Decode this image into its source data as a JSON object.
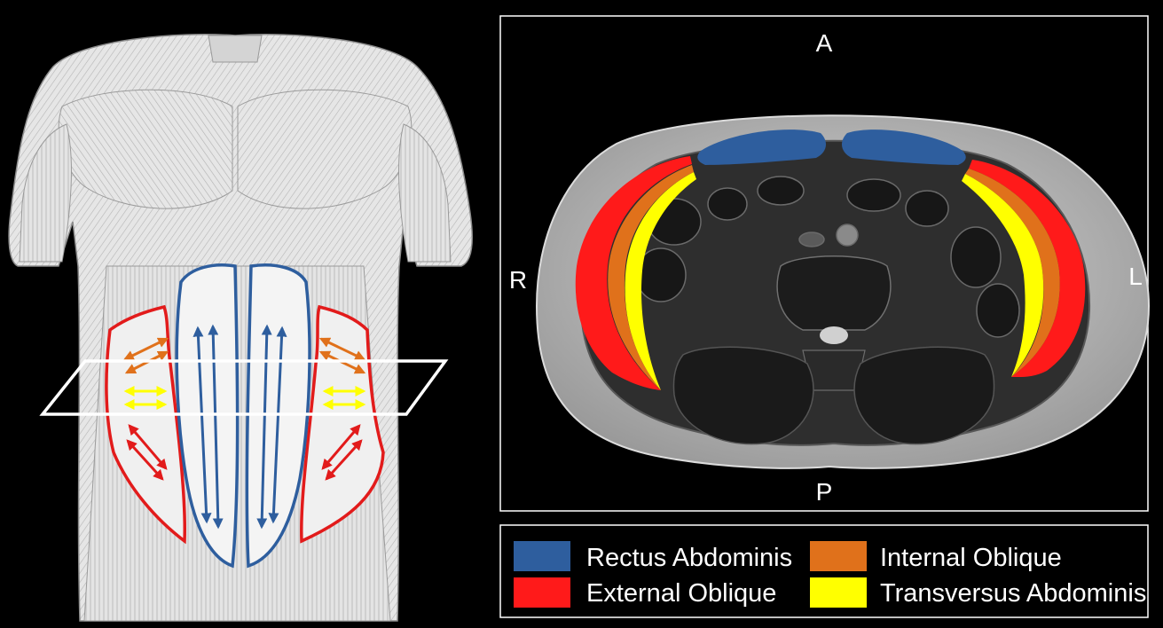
{
  "mri_panel": {
    "orientation": {
      "anterior": "A",
      "posterior": "P",
      "right": "R",
      "left": "L"
    }
  },
  "legend": {
    "items": [
      {
        "label": "Rectus Abdominis",
        "color": "#2e5e9e"
      },
      {
        "label": "Internal Oblique",
        "color": "#e0711b"
      },
      {
        "label": "External Oblique",
        "color": "#ff1a1a"
      },
      {
        "label": "Transversus Abdominis",
        "color": "#ffff00"
      }
    ]
  },
  "colors": {
    "background": "#000000",
    "frame": "#ffffff",
    "rectus_outline": "#2e5e9e",
    "external_oblique_outline": "#e21b1b",
    "internal_oblique_arrow": "#e0711b",
    "transversus_arrow": "#ffff00",
    "skin_sketch": "#bdbdbd",
    "muscle_fill": "#eeeeee"
  },
  "icons": {
    "torso_illustration": "anatomical-torso-icon",
    "axial_plane": "plane-icon",
    "mri_slice": "mri-scan-icon"
  }
}
